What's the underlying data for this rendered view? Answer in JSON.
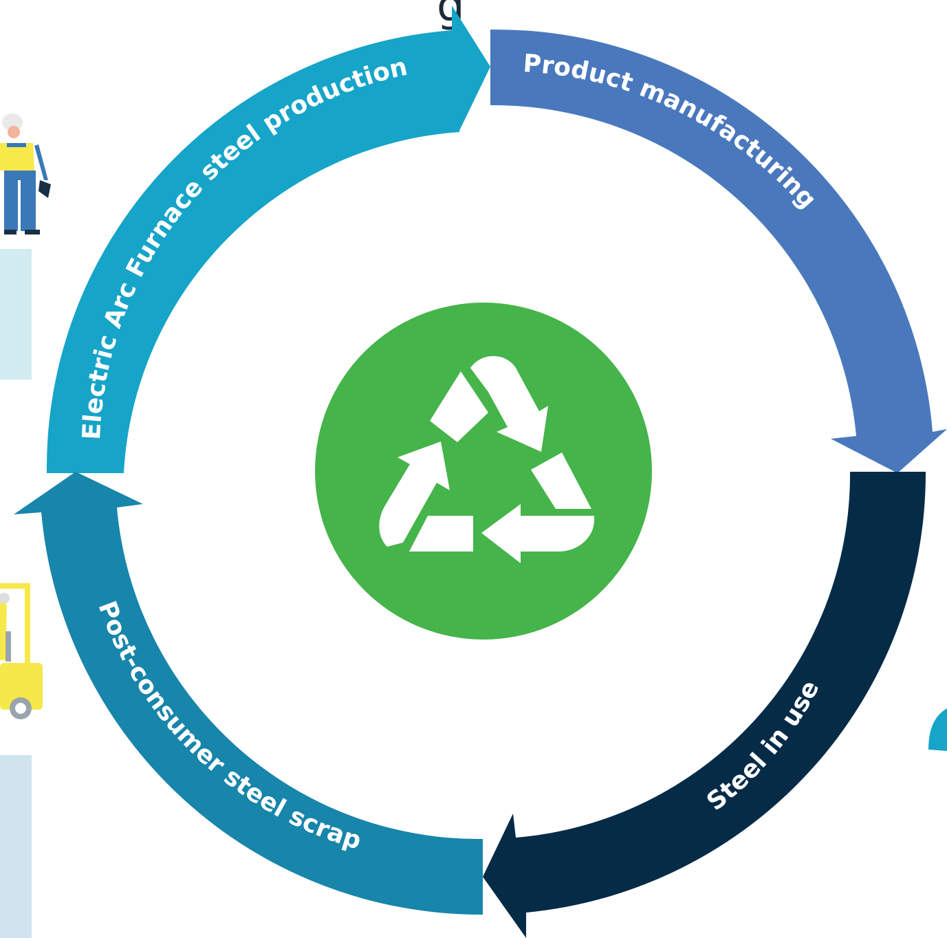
{
  "diagram": {
    "title_fragment": "g",
    "center_icon": "recycle-icon",
    "segments": [
      {
        "id": "eaf",
        "label": "Electric Arc Furnace steel production",
        "color": "#16a4c8"
      },
      {
        "id": "manufacturing",
        "label": "Product manufacturing",
        "color": "#4a78bd"
      },
      {
        "id": "in-use",
        "label": "Steel in use",
        "color": "#052b47"
      },
      {
        "id": "scrap",
        "label": "Post-consumer steel scrap",
        "color": "#1885ab"
      }
    ],
    "colors": {
      "center_circle": "#45b44a",
      "side_panel_top": "#d3ecf1",
      "side_panel_bottom": "#cfe4ee",
      "worker_vest": "#f7e94a",
      "worker_suit": "#3a78b8",
      "forklift": "#f5e84b"
    },
    "side_icons": [
      "worker-icon",
      "forklift-icon",
      "drop-icon"
    ]
  }
}
